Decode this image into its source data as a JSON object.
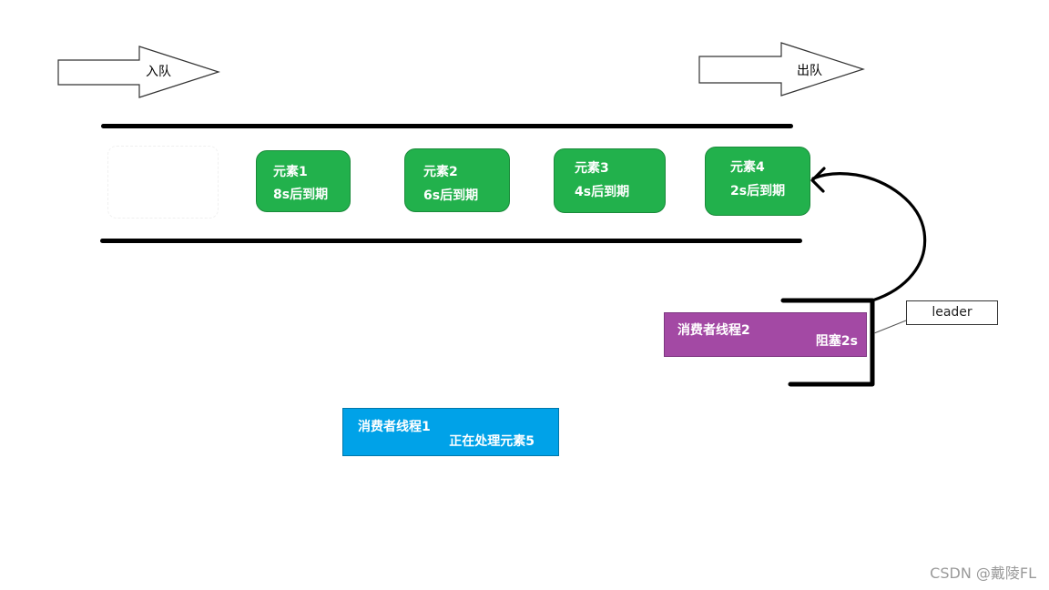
{
  "arrows": {
    "enqueue_label": "入队",
    "dequeue_label": "出队"
  },
  "queue": {
    "elements": [
      {
        "name": "元素1",
        "expiry": "8s后到期"
      },
      {
        "name": "元素2",
        "expiry": "6s后到期"
      },
      {
        "name": "元素3",
        "expiry": "4s后到期"
      },
      {
        "name": "元素4",
        "expiry": "2s后到期"
      }
    ]
  },
  "consumers": {
    "thread2": {
      "title": "消费者线程2",
      "status": "阻塞2s"
    },
    "thread1": {
      "title": "消费者线程1",
      "status": "正在处理元素5"
    }
  },
  "leader_label": "leader",
  "watermark": "CSDN @戴陵FL",
  "colors": {
    "element_green": "#22b14c",
    "consumer2_purple": "#a349a4",
    "consumer1_blue": "#00a2e8"
  }
}
